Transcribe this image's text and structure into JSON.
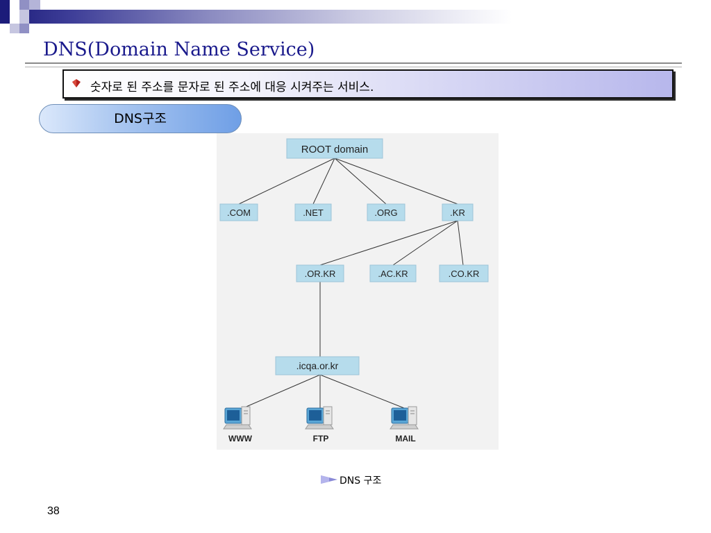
{
  "slide": {
    "title": "DNS(Domain Name Service)",
    "bullet": "숫자로 된 주소를 문자로 된 주소에 대응 시켜주는 서비스.",
    "section_label": "DNS구조",
    "caption": "DNS 구조",
    "page_number": "38"
  },
  "diagram": {
    "root": "ROOT domain",
    "tld": [
      ".COM",
      ".NET",
      ".ORG",
      ".KR"
    ],
    "kr_children": [
      ".OR.KR",
      ".AC.KR",
      ".CO.KR"
    ],
    "host_domain": ".icqa.or.kr",
    "servers": [
      "WWW",
      "FTP",
      "MAIL"
    ]
  },
  "colors": {
    "title": "#1a1a8c",
    "node_fill": "#b6dcec",
    "line": "#333333"
  },
  "icons": [
    "red-diamond-arrow-icon",
    "computer-icon",
    "triangle-arrow-icon"
  ]
}
